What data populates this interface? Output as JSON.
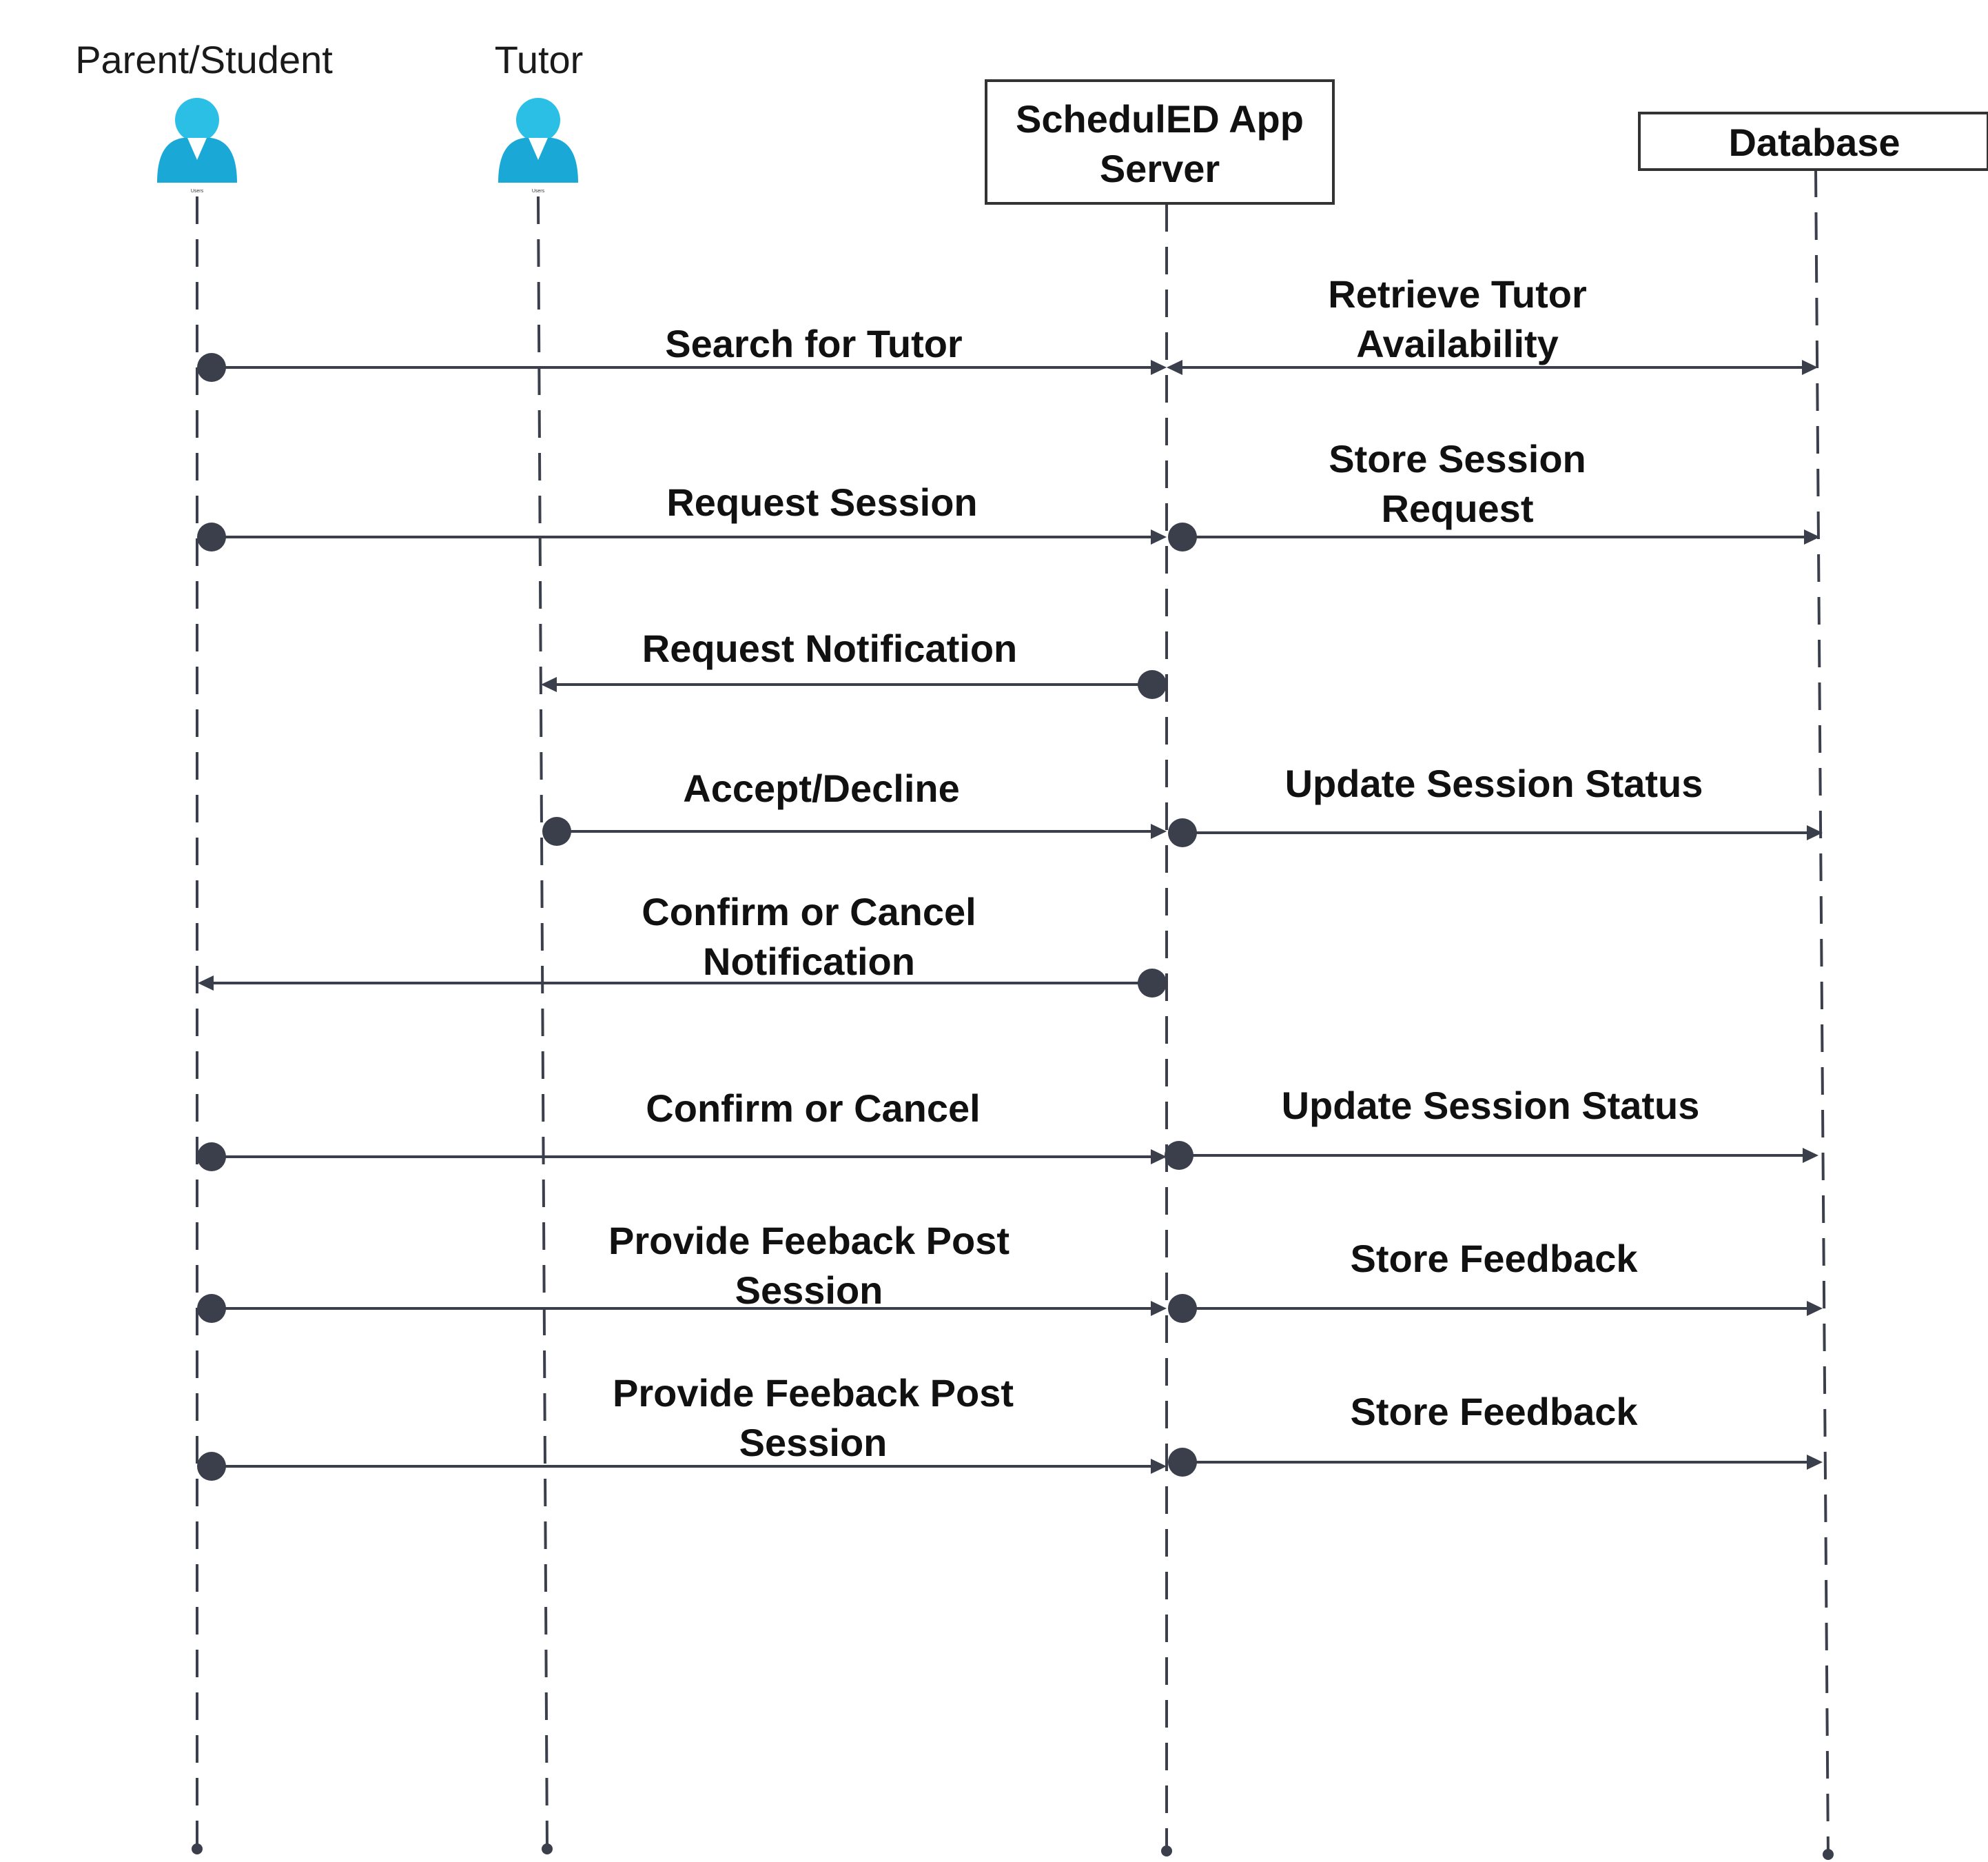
{
  "colors": {
    "line": "#3a3f4b",
    "dot": "#3a3f4b",
    "actor_icon": "#2bbfe6",
    "box_border": "#333333"
  },
  "participants": [
    {
      "label": "Parent/Student",
      "kind": "actor",
      "icon": "user-icon",
      "icon_caption": "Users"
    },
    {
      "label": "Tutor",
      "kind": "actor",
      "icon": "user-icon",
      "icon_caption": "Users"
    },
    {
      "label": "SchedulED App Server",
      "kind": "box"
    },
    {
      "label": "Database",
      "kind": "box"
    }
  ],
  "messages": [
    {
      "label": "Search for Tutor",
      "from": 0,
      "to": 2
    },
    {
      "label": "Retrieve Tutor Availability",
      "from": 2,
      "to": 3
    },
    {
      "label": "Request Session",
      "from": 0,
      "to": 2
    },
    {
      "label": "Store Session Request",
      "from": 2,
      "to": 3
    },
    {
      "label": "Request Notification",
      "from": 2,
      "to": 1
    },
    {
      "label": "Accept/Decline",
      "from": 1,
      "to": 2
    },
    {
      "label": "Update Session Status",
      "from": 2,
      "to": 3
    },
    {
      "label": "Confirm or Cancel Notification",
      "from": 2,
      "to": 0
    },
    {
      "label": "Confirm or Cancel",
      "from": 0,
      "to": 2
    },
    {
      "label": "Update Session Status",
      "from": 2,
      "to": 3
    },
    {
      "label": "Provide Feeback Post Session",
      "from": 0,
      "to": 2
    },
    {
      "label": "Store Feedback",
      "from": 2,
      "to": 3
    },
    {
      "label": "Provide Feeback Post Session",
      "from": 0,
      "to": 2
    },
    {
      "label": "Store Feedback",
      "from": 2,
      "to": 3
    }
  ]
}
